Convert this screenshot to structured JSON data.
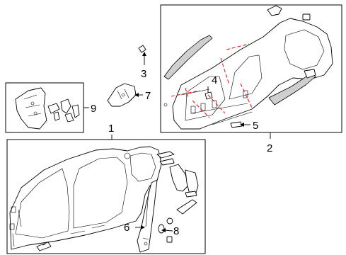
{
  "callouts": {
    "c1": "1",
    "c2": "2",
    "c3": "3",
    "c4": "4",
    "c5": "5",
    "c6": "6",
    "c7": "7",
    "c8": "8",
    "c9": "9"
  },
  "colors": {
    "line": "#000000",
    "cut_line": "#e0201b",
    "background": "#ffffff"
  }
}
